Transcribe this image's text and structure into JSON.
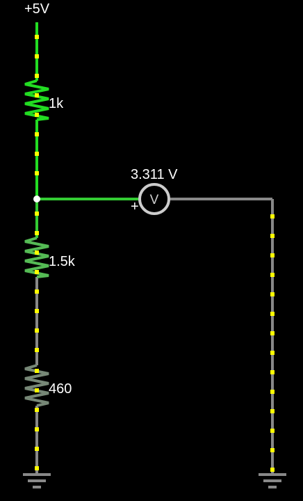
{
  "supply": {
    "label": "+5V"
  },
  "resistors": [
    {
      "label": "1k"
    },
    {
      "label": "1.5k"
    },
    {
      "label": "460"
    }
  ],
  "voltmeter": {
    "reading": "3.311 V",
    "symbol": "V",
    "polarity": "+"
  },
  "colors": {
    "wire_bright": "#22dd22",
    "wire_mid": "#44cc44",
    "wire_gray": "#888888",
    "current_dot": "#ffff00",
    "node": "#ffffff",
    "meter_ring": "#cccccc"
  }
}
